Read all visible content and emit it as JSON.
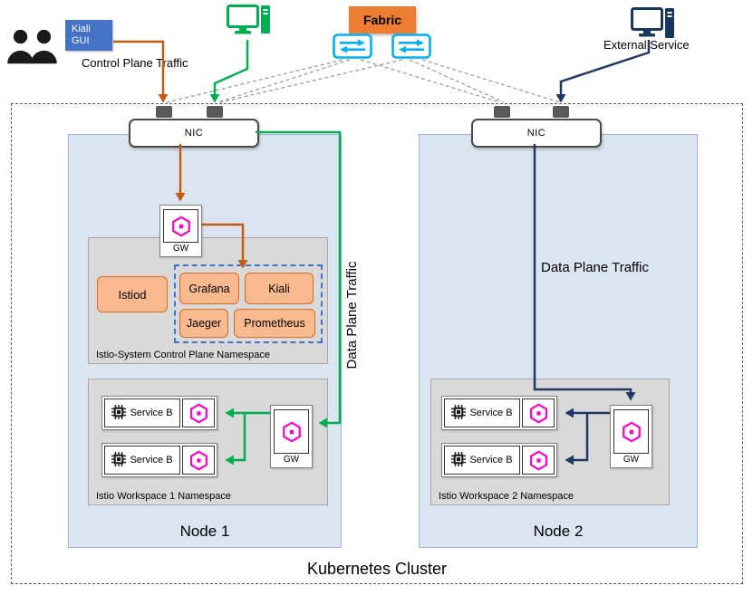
{
  "external": {
    "kiali_gui": {
      "line1": "Kiali",
      "line2": "GUI"
    },
    "control_plane_traffic_label": "Control Plane Traffic",
    "fabric_label": "Fabric",
    "external_service_label": "External Service"
  },
  "cluster": {
    "label": "Kubernetes Cluster",
    "node1": {
      "label": "Node 1",
      "nic_label": "NIC",
      "ingress_gateway_label": "GW",
      "data_plane_traffic_label": "Data Plane Traffic",
      "control_plane_namespace": {
        "label": "Istio-System  Control Plane Namespace",
        "istiod_label": "Istiod",
        "addons": [
          "Grafana",
          "Kiali",
          "Jaeger",
          "Prometheus"
        ]
      },
      "workspace": {
        "label": "Istio Workspace  1 Namespace",
        "services": [
          "Service B",
          "Service B"
        ],
        "gateway_label": "GW"
      }
    },
    "node2": {
      "label": "Node 2",
      "nic_label": "NIC",
      "data_plane_traffic_label": "Data Plane Traffic",
      "workspace": {
        "label": "Istio Workspace  2 Namespace",
        "services": [
          "Service B",
          "Service B"
        ],
        "gateway_label": "GW"
      }
    }
  },
  "flows": [
    {
      "name": "control-plane-traffic",
      "color": "#C55A11",
      "path": "Kiali GUI -> Node1 NIC -> Ingress GW -> Kiali"
    },
    {
      "name": "data-plane-traffic-green",
      "color": "#00B050",
      "path": "Workstation -> Node1 NIC -> Workspace GW -> Service B pods"
    },
    {
      "name": "data-plane-traffic-navy",
      "color": "#1F3864",
      "path": "External Service -> Node2 NIC -> Workspace GW -> Service B pods"
    },
    {
      "name": "fabric-links",
      "color": "#A6A6A6",
      "path": "Fabric switches to NICs (dashed)"
    }
  ],
  "icons": {
    "users": "users-icon",
    "workstation": "computer-icon",
    "switch": "network-switch-icon",
    "external_service": "computer-icon",
    "sidecar": "envoy-hexagon-icon",
    "chip": "cpu-chip-icon"
  },
  "colors": {
    "control_plane_arrow": "#C55A11",
    "data_plane_green": "#00B050",
    "data_plane_navy": "#1F3864",
    "fabric_orange": "#ED7D31",
    "kiali_blue": "#4472C4",
    "switch_cyan": "#00B0F0",
    "sidecar_magenta": "#FF00CC",
    "app_box_fill": "#F8B98E",
    "app_box_border": "#D96A28",
    "node_fill": "#DBE5F1",
    "namespace_fill": "#D9D9D9"
  }
}
